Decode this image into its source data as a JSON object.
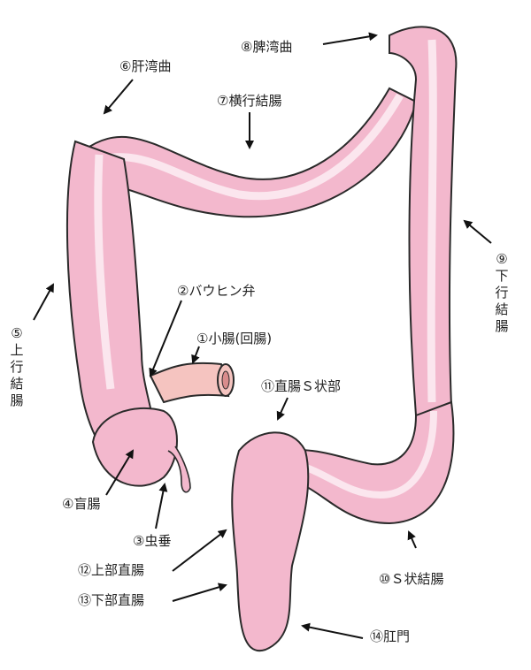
{
  "labels": {
    "l1": "①小腸(回腸)",
    "l2": "②バウヒン弁",
    "l3": "③虫垂",
    "l4": "④盲腸",
    "l5": "⑤上行結腸",
    "l6": "⑥肝湾曲",
    "l7": "⑦横行結腸",
    "l8": "⑧脾湾曲",
    "l9": "⑨下行結腸",
    "l10": "⑩Ｓ状結腸",
    "l11": "⑪直腸Ｓ状部",
    "l12": "⑫上部直腸",
    "l13": "⑬下部直腸",
    "l14": "⑭肛門"
  },
  "colors": {
    "fill": "#f3b8cd",
    "stroke": "#2a2a2a",
    "band": "#fbe6ee",
    "ileum": "#f5c4c0",
    "arrow": "#111111"
  }
}
